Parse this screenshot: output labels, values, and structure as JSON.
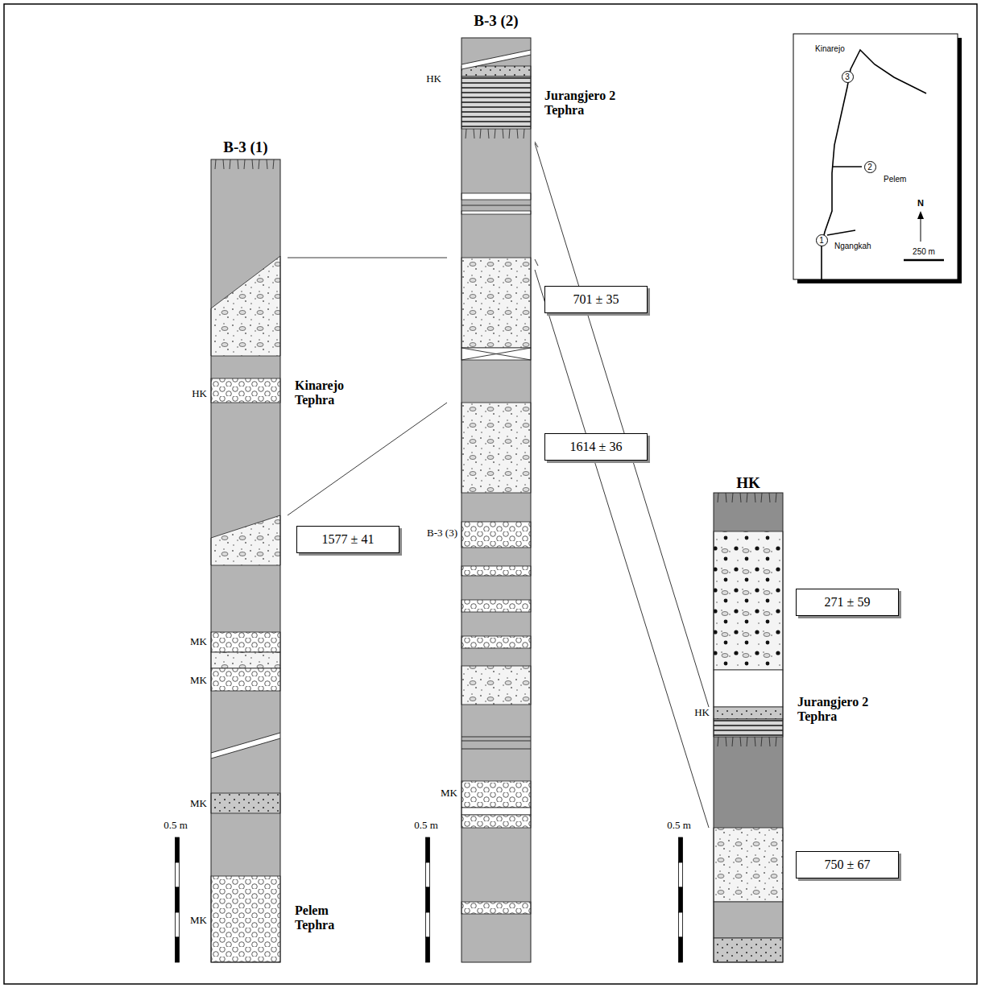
{
  "diagram": {
    "nodes": [
      {
        "text": [
          "3"
        ]
      },
      {
        "text": [
          "2"
        ]
      },
      {
        "text": [
          "1"
        ]
      },
      {
        "text": [
          "701 ± 35"
        ]
      },
      {
        "text": [
          "1614 ± 36"
        ]
      },
      {
        "text": [
          "1577 ± 41"
        ]
      },
      {
        "text": [
          "271 ± 59"
        ]
      },
      {
        "text": [
          "750 ± 67"
        ]
      }
    ],
    "labels": [
      "B-3 (2)",
      "Kinarejo",
      "HK",
      "Jurangjero 2 Tephra",
      "Pelem",
      "N",
      "B-3 (1)",
      "250 m",
      "Ngangkah",
      "Kinarejo Tephra",
      "HK",
      "B-3 (3)",
      "HK",
      "MK",
      "MK",
      "HK",
      "Jurangjero 2 Tephra",
      "MK",
      "0.5 m",
      "0.5 m",
      "0.5 m",
      "MK",
      "Pelem Tephra",
      "MK"
    ]
  }
}
